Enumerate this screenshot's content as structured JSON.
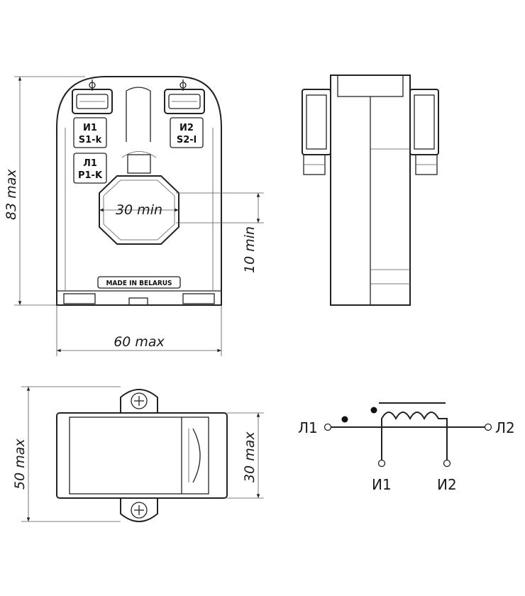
{
  "front_view": {
    "terminal_left": [
      "И1",
      "S1-k"
    ],
    "terminal_right": [
      "И2",
      "S2-l"
    ],
    "primary_label": [
      "Л1",
      "P1-K"
    ],
    "window_dim": "30 min",
    "side_dim": "10 min",
    "height_dim": "83 max",
    "width_dim": "60 max",
    "made_in": "MADE IN BELARUS"
  },
  "bottom_view": {
    "depth_dim": "50 max",
    "body_dim": "30 max"
  },
  "schematic": {
    "l1": "Л1",
    "l2": "Л2",
    "i1": "И1",
    "i2": "И2"
  }
}
